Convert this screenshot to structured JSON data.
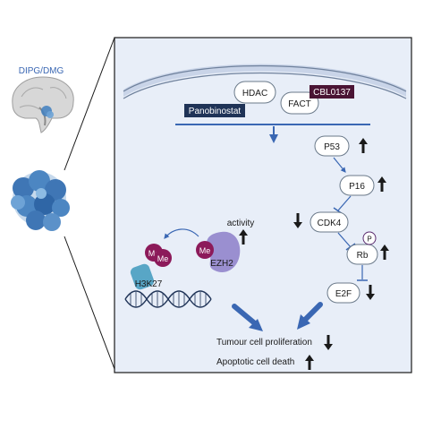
{
  "side": {
    "disease_label": "DIPG/DMG"
  },
  "nucleus": {
    "hdac": "HDAC",
    "fact": "FACT",
    "panobinostat": "Panobinostat",
    "cbl0137": "CBL0137"
  },
  "pathway": {
    "p53": "P53",
    "p16": "P16",
    "cdk4": "CDK4",
    "rb": "Rb",
    "rb_phospho": "P",
    "e2f": "E2F"
  },
  "epigenetic": {
    "activity": "activity",
    "me_left": "Me",
    "me_back": "Me",
    "me_ezh2": "Me",
    "ezh2": "EZH2",
    "h3k27": "H3K27"
  },
  "outcomes": {
    "proliferation": "Tumour cell proliferation",
    "apoptosis": "Apoptotic cell death"
  },
  "colors": {
    "cell_fill": "#e8eef8",
    "nucleus_fill": "#dbe4f2",
    "drug_dark": "#1f3357",
    "drug_purple": "#4a1434",
    "me_purple": "#8c1a5a",
    "ezh2_lavender": "#9a8fd0",
    "h3k27_teal": "#58a6c6",
    "arrow_blue": "#3a67b3"
  }
}
